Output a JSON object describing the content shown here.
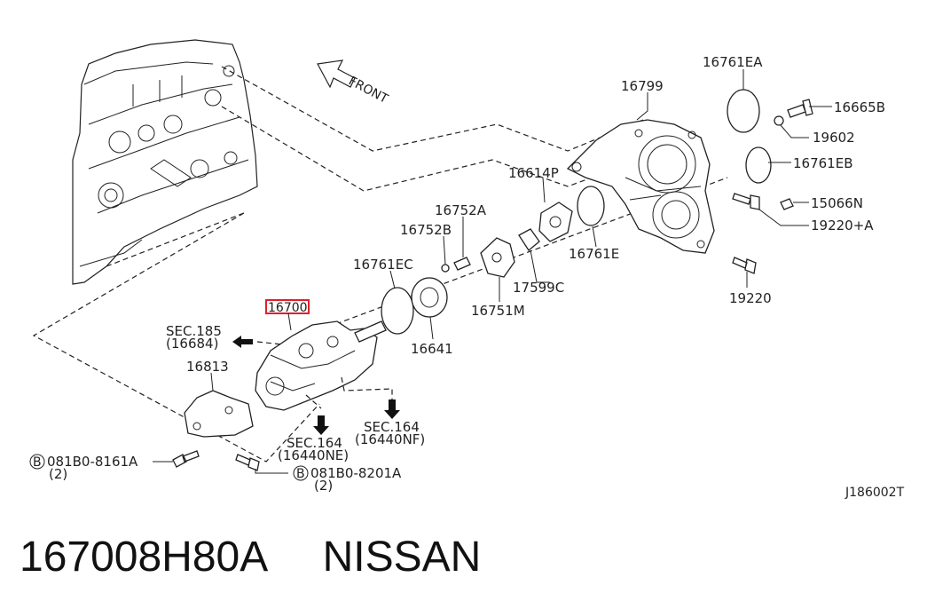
{
  "diagram": {
    "front_label": "FRONT",
    "drawing_code": "J186002T",
    "highlighted_part": "16700",
    "labels": {
      "p16761EA": "16761EA",
      "p16799": "16799",
      "p16665B": "16665B",
      "p19602": "19602",
      "p16761EB": "16761EB",
      "p16614P": "16614P",
      "p15066N": "15066N",
      "p19220plusA": "19220+A",
      "p16752A": "16752A",
      "p16752B": "16752B",
      "p16761E": "16761E",
      "p16761EC": "16761EC",
      "p17599C": "17599C",
      "p19220": "19220",
      "p16751M": "16751M",
      "p16700": "16700",
      "p16641": "16641",
      "sec185": "SEC.185",
      "sec185_ref": "(16684)",
      "p16813": "16813",
      "sec164_nf": "SEC.164",
      "sec164_nf_ref": "(16440NF)",
      "sec164_ne": "SEC.164",
      "sec164_ne_ref": "(16440NE)",
      "bolt_a_mark": "B",
      "bolt_a": "081B0-8161A",
      "bolt_a_qty": "(2)",
      "bolt_b_mark": "B",
      "bolt_b": "081B0-8201A",
      "bolt_b_qty": "(2)"
    }
  },
  "caption": {
    "part_number": "167008H80A",
    "brand": "NISSAN"
  }
}
